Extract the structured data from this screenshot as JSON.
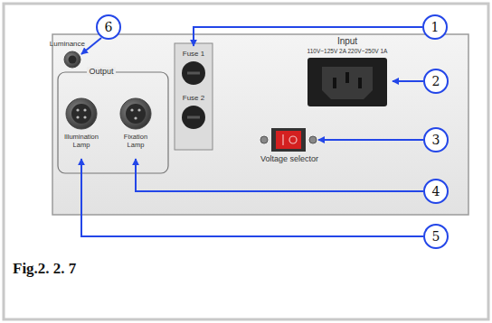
{
  "diagram": {
    "caption": "Fig.2. 2. 7",
    "nodes": [
      {
        "text": [
          "6"
        ]
      },
      {
        "text": [
          "1"
        ]
      },
      {
        "text": [
          "2"
        ]
      },
      {
        "text": [
          "3"
        ]
      },
      {
        "text": [
          "4"
        ]
      },
      {
        "text": [
          "5"
        ]
      }
    ],
    "labels": [
      "Luminance",
      "Output",
      "Illumination Lamp",
      "Fixation Lamp",
      "Fuse 1",
      "Fuse 2",
      "Input",
      "110V~125V 2A 220V~250V 1A",
      "Voltage selector"
    ]
  }
}
